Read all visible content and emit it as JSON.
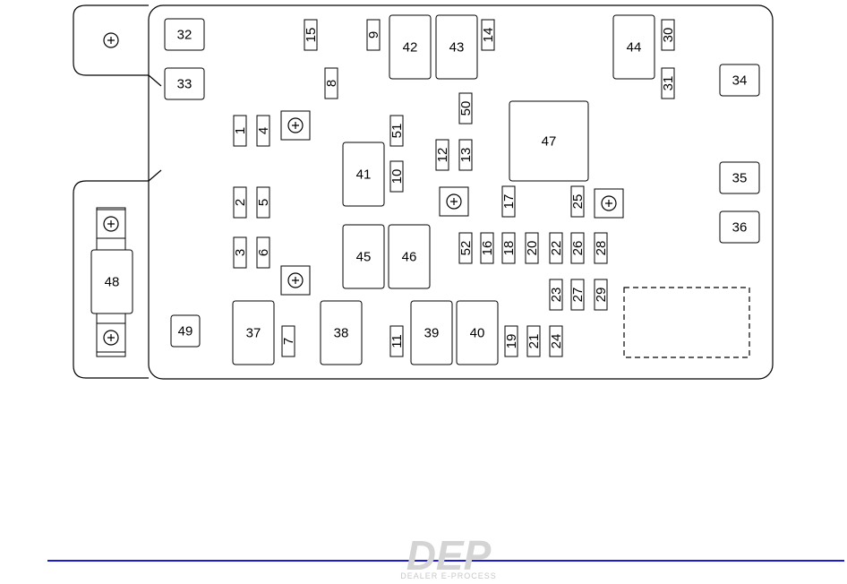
{
  "diagram": {
    "fuses_vertical": [
      "1",
      "2",
      "3",
      "4",
      "5",
      "6",
      "7",
      "8",
      "9",
      "10",
      "11",
      "12",
      "13",
      "14",
      "15",
      "16",
      "17",
      "18",
      "19",
      "20",
      "21",
      "22",
      "23",
      "24",
      "25",
      "26",
      "27",
      "28",
      "29",
      "30",
      "31",
      "50",
      "51",
      "52"
    ],
    "relays": [
      "32",
      "33",
      "34",
      "35",
      "36",
      "37",
      "38",
      "39",
      "40",
      "41",
      "42",
      "43",
      "44",
      "45",
      "46",
      "47",
      "48",
      "49"
    ],
    "ground_terminal_symbol": "⊕"
  },
  "footer": {
    "logo_mark": "DEP",
    "logo_text": "DEALER E-PROCESS",
    "rule_color": "#1a1ad6"
  }
}
